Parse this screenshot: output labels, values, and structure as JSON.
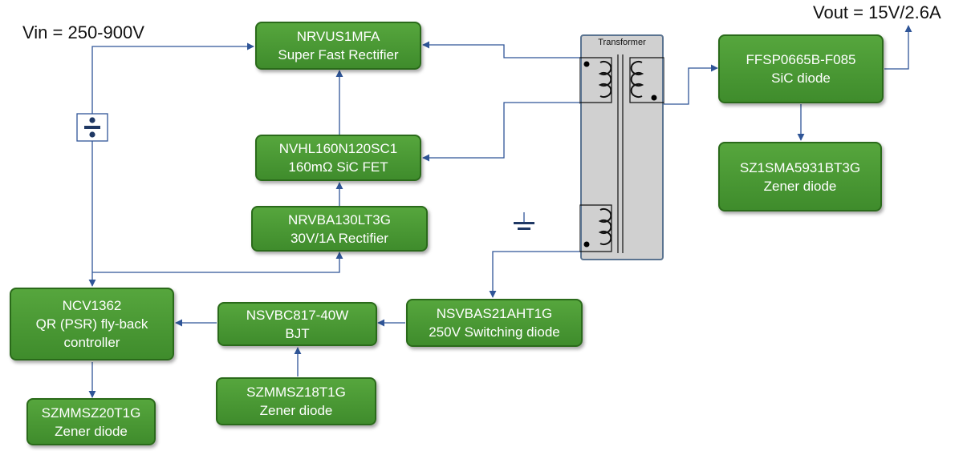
{
  "vin_label": "Vin = 250-900V",
  "vout_label": "Vout = 15V/2.6A",
  "transformer_title": "Transformer",
  "colors": {
    "block_fill": "#4a9a34",
    "block_border": "#2a6a1a",
    "wire": "#2f5597",
    "transformer_fill": "#d0d0d0"
  },
  "blocks": {
    "nrvus1mfa": {
      "line1": "NRVUS1MFA",
      "line2": "Super Fast Rectifier"
    },
    "nvhl160n120sc1": {
      "line1": "NVHL160N120SC1",
      "line2": "160mΩ SiC FET"
    },
    "nrvba130lt3g": {
      "line1": "NRVBA130LT3G",
      "line2": "30V/1A Rectifier"
    },
    "ncv1362": {
      "line1": "NCV1362",
      "line2": "QR (PSR) fly-back",
      "line3": "controller"
    },
    "szmmsz20t1g": {
      "line1": "SZMMSZ20T1G",
      "line2": "Zener diode"
    },
    "nsvbc817": {
      "line1": "NSVBC817-40W",
      "line2": "BJT"
    },
    "szmmsz18t1g": {
      "line1": "SZMMSZ18T1G",
      "line2": "Zener diode"
    },
    "nsvbas21aht1g": {
      "line1": "NSVBAS21AHT1G",
      "line2": "250V Switching diode"
    },
    "ffsp0665b": {
      "line1": "FFSP0665B-F085",
      "line2": "SiC diode"
    },
    "sz1sma5931bt3g": {
      "line1": "SZ1SMA5931BT3G",
      "line2": "Zener diode"
    }
  }
}
